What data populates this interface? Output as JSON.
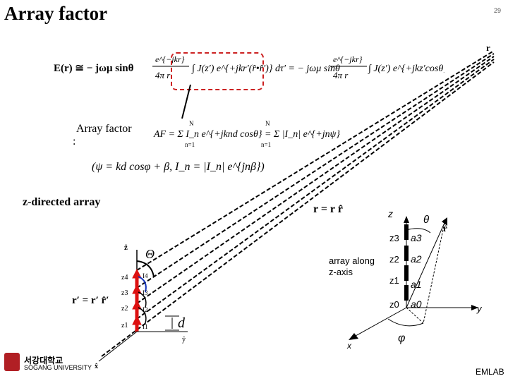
{
  "slide": {
    "title": "Array factor",
    "page_number": "29",
    "array_factor_label": "Array factor",
    "array_factor_colon": ":",
    "z_directed_label": "z-directed array",
    "footer": "EMLAB",
    "logo_korean": "서강대학교",
    "logo_english": "SOGANG UNIVERSITY"
  },
  "equations": {
    "main_E": "E(r) ≅ − jωμ sinθ",
    "main_frac1": "e^{−jkr}",
    "main_denom1": "4π r",
    "main_integral1": "∫ J(z′) e^{+jkr′(r̂•r̂′)} dτ′ = − jωμ sinθ",
    "main_integral2": "∫ J(z′) e^{+jkz′cosθ} dz′",
    "af_left": "AF = Σ I_n e^{+jknd cosθ} = Σ |I_n| e^{+jnψ}",
    "af_sum_top": "N",
    "af_sum_bottom": "n=1",
    "psi_def": "(ψ = kd cosφ + β,   I_n = |I_n| e^{jnβ})"
  },
  "left_diagram": {
    "z_hat": "ẑ",
    "theta": "Θ",
    "z_labels": [
      "z4",
      "z3",
      "z2",
      "z1"
    ],
    "current_labels": [
      "I4",
      "I3",
      "I2",
      "I1"
    ],
    "d_label": "d",
    "y_hat": "ŷ",
    "x_hat": "x̂",
    "r_prime": "r′ = r′ r̂′"
  },
  "right_diagram": {
    "r_vec": "r = r r̂",
    "r_top": "r",
    "z_axis": "z",
    "theta": "θ",
    "r_hat": "r̂",
    "z_labels": [
      "z3",
      "z2",
      "z1",
      "z0"
    ],
    "a_labels": [
      "a3",
      "a2",
      "a1",
      "a0"
    ],
    "array_text_1": "array  along",
    "array_text_2": "z-axis",
    "y_axis": "y",
    "x_axis": "x",
    "phi": "φ"
  }
}
